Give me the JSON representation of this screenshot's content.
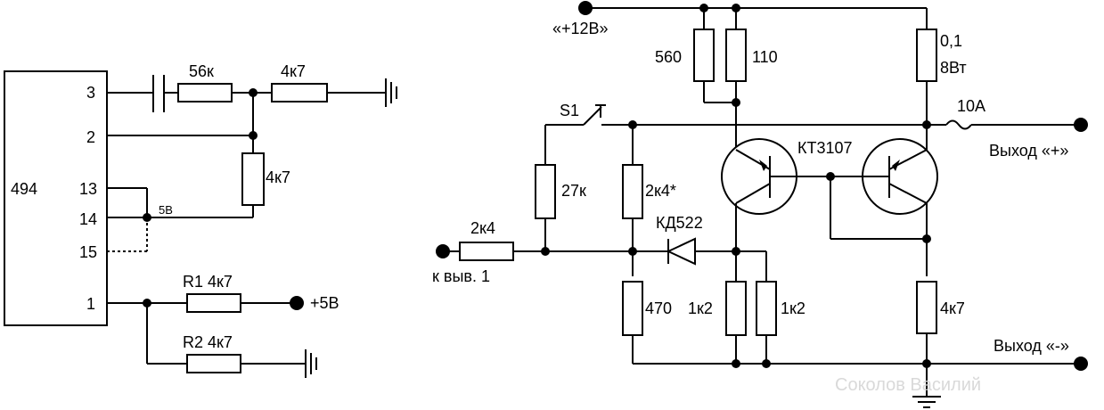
{
  "ic": {
    "label": "494",
    "pins": [
      "3",
      "2",
      "13",
      "14",
      "15",
      "1"
    ],
    "node_label": "5В"
  },
  "left": {
    "r_56k": "56к",
    "r_4k7_top": "4к7",
    "r_4k7_mid": "4к7",
    "r1": "R1 4к7",
    "r2": "R2 4к7",
    "plus5v": "+5В"
  },
  "right": {
    "supply": "«+12В»",
    "r560": "560",
    "r110": "110",
    "r_shunt_value": "0,1",
    "r_shunt_power": "8Вт",
    "fuse": "10А",
    "switch": "S1",
    "transistor": "КТ3107",
    "out_plus": "Выход «+»",
    "out_minus": "Выход «-»",
    "r27k": "27к",
    "r2k4s": "2к4*",
    "diode": "КД522",
    "r2k4_in": "2к4",
    "input_label": "к выв. 1",
    "r470": "470",
    "r1k2a": "1к2",
    "r1k2b": "1к2",
    "r4k7_out": "4к7"
  },
  "watermark": "Соколов Василий"
}
